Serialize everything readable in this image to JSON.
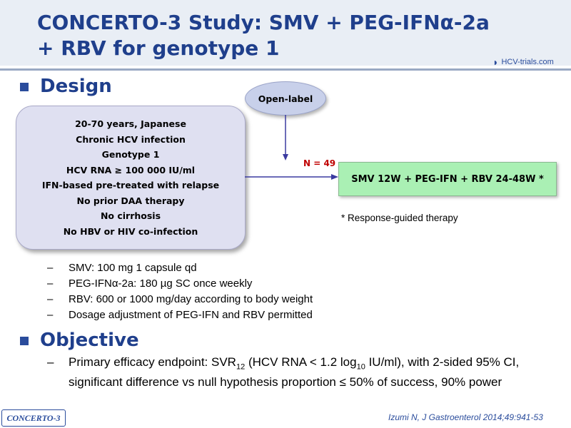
{
  "header": {
    "title_line1": "CONCERTO-3 Study: SMV + PEG-IFNα-2a",
    "title_line2": "+ RBV for genotype 1",
    "logo_text": "HCV-trials.com"
  },
  "design": {
    "heading": "Design",
    "criteria": [
      "20-70 years, Japanese",
      "Chronic HCV infection",
      "Genotype  1",
      "HCV RNA ≥ 100 000 IU/ml",
      "IFN-based pre-treated with relapse",
      "No prior  DAA therapy",
      "No cirrhosis",
      "No HBV or HIV co-infection"
    ],
    "open_label": "Open-label",
    "n_label": "N = 49",
    "arm": "SMV 12W + PEG-IFN + RBV 24-48W *",
    "footnote": "* Response-guided therapy",
    "dosing": [
      "SMV: 100 mg  1 capsule qd",
      "PEG-IFNα-2a: 180 µg SC once weekly",
      "RBV: 600 or 1000 mg/day  according to body weight",
      "Dosage adjustment  of PEG-IFN  and RBV permitted"
    ]
  },
  "objective": {
    "heading": "Objective",
    "text_a": "Primary efficacy endpoint: SVR",
    "sub_a": "12",
    "text_b": " (HCV RNA < 1.2 log",
    "sub_b": "10",
    "text_c": " IU/ml), with 2-sided 95% CI, significant difference vs null hypothesis proportion ≤ 50% of success, 90% power"
  },
  "footer": {
    "badge": "CONCERTO-3",
    "citation": "Izumi N, J Gastroenterol 2014;49:941-53"
  },
  "colors": {
    "title": "#1f3f8c",
    "criteria_box": "#dfe0f1",
    "open_label": "#c8d0ea",
    "arm_box": "#aaf0b4",
    "n_label": "#c00000"
  }
}
